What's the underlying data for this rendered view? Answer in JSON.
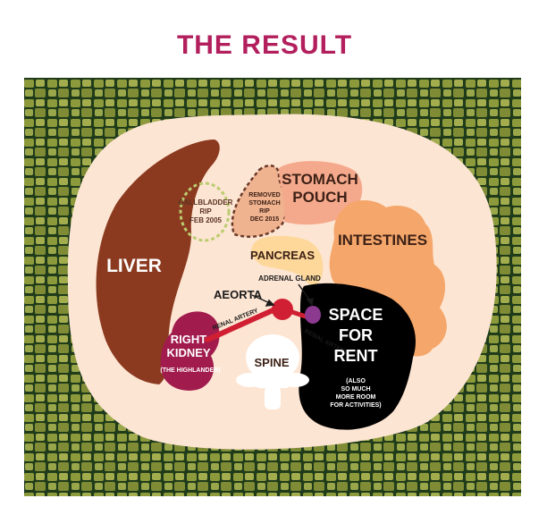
{
  "title": "THE RESULT",
  "colors": {
    "title": "#b21f5c",
    "pattern_dark": "#1f3b1a",
    "pattern_light": "#8d9a3c",
    "body": "#fde5d3",
    "liver": "#8b3a1f",
    "kidney": "#a11c4d",
    "stomach": "#f5a98c",
    "pancreas": "#fdd89a",
    "intestines": "#f5a66a",
    "aorta": "#d01f32",
    "adrenal": "#8b3a8f",
    "space": "#000000",
    "spine": "#ffffff"
  },
  "labels": {
    "liver": "LIVER",
    "gallbladder": [
      "GALLBLADDER",
      "RIP",
      "FEB 2005"
    ],
    "removed_stomach": [
      "REMOVED",
      "STOMACH",
      "RIP",
      "DEC 2015"
    ],
    "stomach_pouch": [
      "STOMACH",
      "POUCH"
    ],
    "intestines": "INTESTINES",
    "pancreas": "PANCREAS",
    "adrenal_gland": "ADRENAL GLAND",
    "aorta": "AEORTA",
    "renal_artery_left": "RENAL ARTERY",
    "renal_artery_right": "RENAL ARTERY",
    "right_kidney": [
      "RIGHT",
      "KIDNEY",
      "(THE HIGHLANDER)"
    ],
    "spine": "SPINE",
    "space_for_rent": [
      "SPACE",
      "FOR",
      "RENT"
    ],
    "space_note": [
      "(ALSO",
      "SO MUCH",
      "MORE ROOM",
      "FOR ACTIVITIES)"
    ]
  }
}
